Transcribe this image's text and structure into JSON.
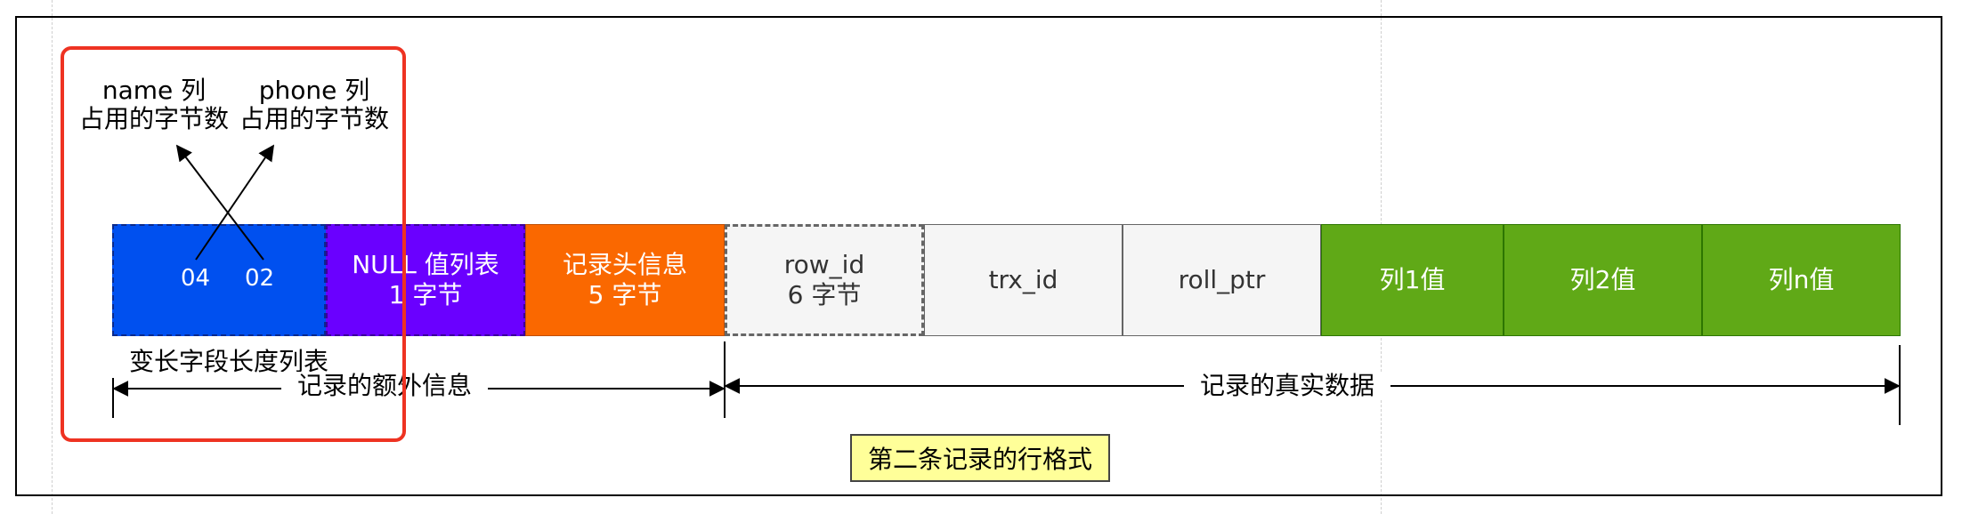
{
  "record_fields": [
    {
      "label": "",
      "color": "#0050ef"
    },
    {
      "label": "NULL 值列表\n1 字节",
      "color": "#6a00ff"
    },
    {
      "label": "记录头信息\n5 字节",
      "color": "#fa6800"
    },
    {
      "label": "row_id\n6 字节",
      "color": "#f5f5f5"
    },
    {
      "label": "trx_id",
      "color": "#f5f5f5"
    },
    {
      "label": "roll_ptr",
      "color": "#f5f5f5"
    },
    {
      "label": "列1值",
      "color": "#60a917"
    },
    {
      "label": "列2值",
      "color": "#60a917"
    },
    {
      "label": "列n值",
      "color": "#60a917"
    }
  ],
  "variable_length_bytes": [
    "04",
    "02"
  ],
  "annotations": {
    "name_col": "name 列\n占用的字节数",
    "phone_col": "phone 列\n占用的字节数",
    "var_len_list": "变长字段长度列表",
    "extra_info": "记录的额外信息",
    "real_data": "记录的真实数据"
  },
  "caption": "第二条记录的行格式",
  "highlight_color": "#ee3322"
}
